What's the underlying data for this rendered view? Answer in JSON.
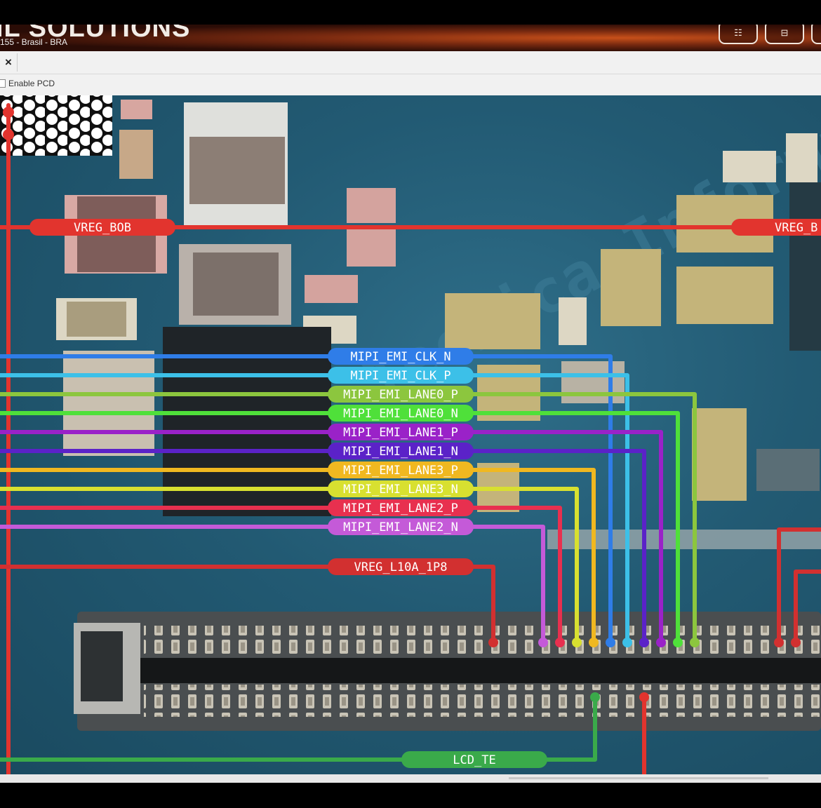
{
  "header": {
    "title": "IL SOLUTIONS",
    "subtitle": "155 - Brasil - BRA",
    "buttons": [
      {
        "name": "header-button-1",
        "icon": "document-icon",
        "glyph": "☷"
      },
      {
        "name": "header-button-2",
        "icon": "save-icon",
        "glyph": "⊟"
      }
    ]
  },
  "toolbar": {
    "close_label": "×",
    "enable_pcd_label": "Enable PCD",
    "enable_pcd_checked": false
  },
  "board": {
    "watermark": "Tecnica Informatica",
    "nets": [
      {
        "id": "vreg-bob",
        "label": "VREG_BOB",
        "color": "#e2342e"
      },
      {
        "id": "vreg-bob-right",
        "label": "VREG_B",
        "color": "#e2342e"
      },
      {
        "id": "mipi-emi-clk-n",
        "label": "MIPI_EMI_CLK_N",
        "color": "#2f7de8"
      },
      {
        "id": "mipi-emi-clk-p",
        "label": "MIPI_EMI_CLK_P",
        "color": "#3cc0e8"
      },
      {
        "id": "mipi-emi-lane0-p",
        "label": "MIPI_EMI_LANE0_P",
        "color": "#8cc63e"
      },
      {
        "id": "mipi-emi-lane0-n",
        "label": "MIPI_EMI_LANE0_N",
        "color": "#4fe03a"
      },
      {
        "id": "mipi-emi-lane1-p",
        "label": "MIPI_EMI_LANE1_P",
        "color": "#9a22c8"
      },
      {
        "id": "mipi-emi-lane1-n",
        "label": "MIPI_EMI_LANE1_N",
        "color": "#5b22c8"
      },
      {
        "id": "mipi-emi-lane3-p",
        "label": "MIPI_EMI_LANE3_P",
        "color": "#f0b820"
      },
      {
        "id": "mipi-emi-lane3-n",
        "label": "MIPI_EMI_LANE3_N",
        "color": "#d8e030"
      },
      {
        "id": "mipi-emi-lane2-p",
        "label": "MIPI_EMI_LANE2_P",
        "color": "#e8304f"
      },
      {
        "id": "mipi-emi-lane2-n",
        "label": "MIPI_EMI_LANE2_N",
        "color": "#c45ad8"
      },
      {
        "id": "vreg-l10a-1p8",
        "label": "VREG_L10A_1P8",
        "color": "#d23030"
      },
      {
        "id": "lcd-te",
        "label": "LCD_TE",
        "color": "#3aaa4a"
      }
    ]
  }
}
